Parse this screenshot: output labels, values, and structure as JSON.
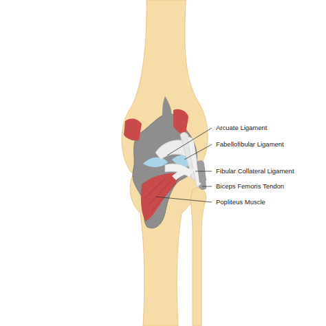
{
  "diagram": {
    "labels": [
      "Arcuate Ligament",
      "Fabellofibular Ligament",
      "Fibular Collateral Ligament",
      "Biceps Femoris Tendon",
      "Popliteus Muscle"
    ]
  }
}
